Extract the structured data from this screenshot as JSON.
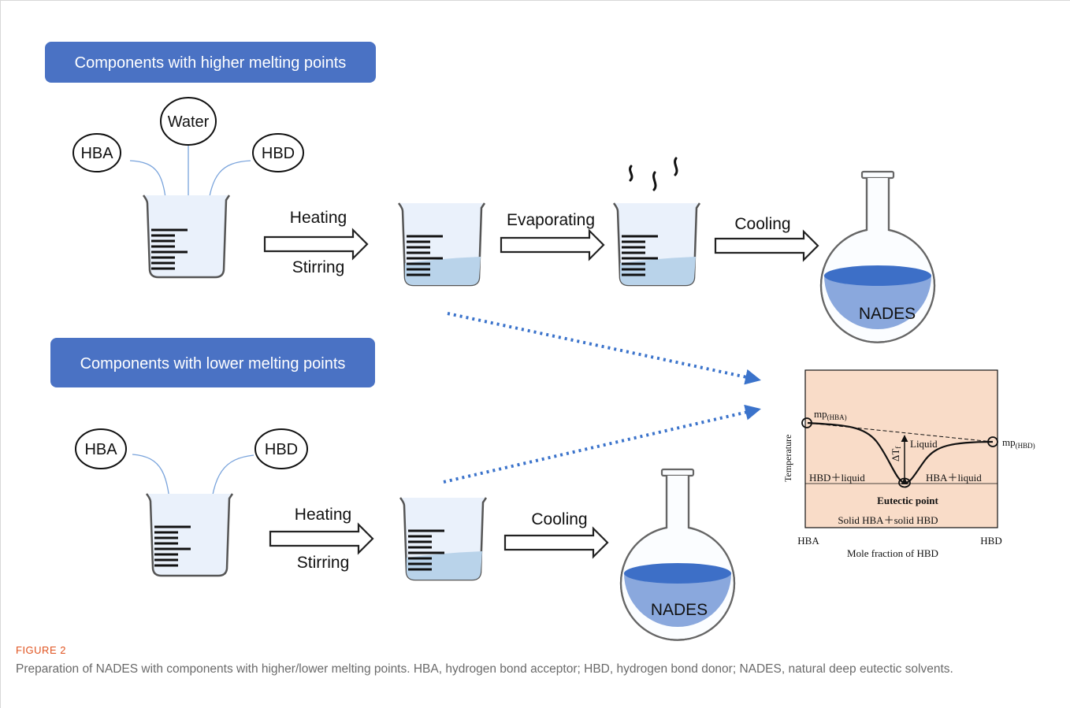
{
  "colors": {
    "banner": "#4a72c4",
    "beaker_fill": "#eaf1fb",
    "liquid": "#b9d3ea",
    "flask_liquid": "#8aa8dd",
    "flask_top": "#3d6fc7",
    "feed_line": "#7aa4dc",
    "dotted_arrow": "#3b73cb",
    "phase_bg": "#f9dcc8"
  },
  "icons": {
    "beaker": "beaker-icon",
    "flask": "round-bottom-flask-icon",
    "arrow": "hollow-arrow-icon",
    "steam": "steam-icon"
  },
  "top": {
    "banner": "Components with higher melting points",
    "inputs": [
      "HBA",
      "Water",
      "HBD"
    ],
    "step1_top": "Heating",
    "step1_bottom": "Stirring",
    "step2": "Evaporating",
    "step3": "Cooling",
    "product": "NADES"
  },
  "bottom": {
    "banner": "Components with lower melting points",
    "inputs": [
      "HBA",
      "HBD"
    ],
    "step1_top": "Heating",
    "step1_bottom": "Stirring",
    "step2": "Cooling",
    "product": "NADES"
  },
  "phase_diagram": {
    "y_label": "Temperature",
    "x_label": "Mole fraction of HBD",
    "x_left": "HBA",
    "x_right": "HBD",
    "mp_left_main": "mp",
    "mp_left_sub": "(HBA)",
    "mp_right_main": "mp",
    "mp_right_sub": "(HBD)",
    "delta": "ΔT",
    "delta_sub": "f",
    "liquid": "Liquid",
    "region_left": "HBD＋liquid",
    "region_right": "HBA＋liquid",
    "eutectic": "Eutectic point",
    "solid": "Solid HBA＋solid HBD"
  },
  "caption": {
    "label": "FIGURE 2",
    "text": "Preparation of NADES with components with higher/lower melting points. HBA, hydrogen bond acceptor; HBD, hydrogen bond donor; NADES, natural deep eutectic solvents."
  }
}
